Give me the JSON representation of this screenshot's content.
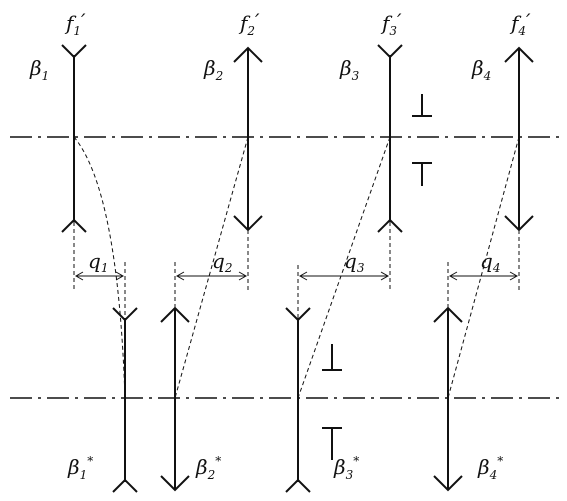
{
  "top_system": {
    "lenses": [
      {
        "id": "1",
        "beta_base": "β",
        "beta_sub": "1",
        "f_base": "f",
        "f_sub": "1",
        "f_prime": "′",
        "type": "diverging"
      },
      {
        "id": "2",
        "beta_base": "β",
        "beta_sub": "2",
        "f_base": "f",
        "f_sub": "2",
        "f_prime": "′",
        "type": "converging"
      },
      {
        "id": "3",
        "beta_base": "β",
        "beta_sub": "3",
        "f_base": "f",
        "f_sub": "3",
        "f_prime": "′",
        "type": "diverging"
      },
      {
        "id": "4",
        "beta_base": "β",
        "beta_sub": "4",
        "f_base": "f",
        "f_sub": "4",
        "f_prime": "′",
        "type": "converging"
      }
    ]
  },
  "bottom_system": {
    "lenses": [
      {
        "id": "1",
        "beta_base": "β",
        "beta_sub": "1",
        "beta_sup": "*",
        "type": "diverging"
      },
      {
        "id": "2",
        "beta_base": "β",
        "beta_sub": "2",
        "beta_sup": "*",
        "type": "converging"
      },
      {
        "id": "3",
        "beta_base": "β",
        "beta_sub": "3",
        "beta_sup": "*",
        "type": "diverging"
      },
      {
        "id": "4",
        "beta_base": "β",
        "beta_sub": "4",
        "beta_sup": "*",
        "type": "converging"
      }
    ]
  },
  "shifts": [
    {
      "base": "q",
      "sub": "1"
    },
    {
      "base": "q",
      "sub": "2"
    },
    {
      "base": "q",
      "sub": "3"
    },
    {
      "base": "q",
      "sub": "4"
    }
  ]
}
